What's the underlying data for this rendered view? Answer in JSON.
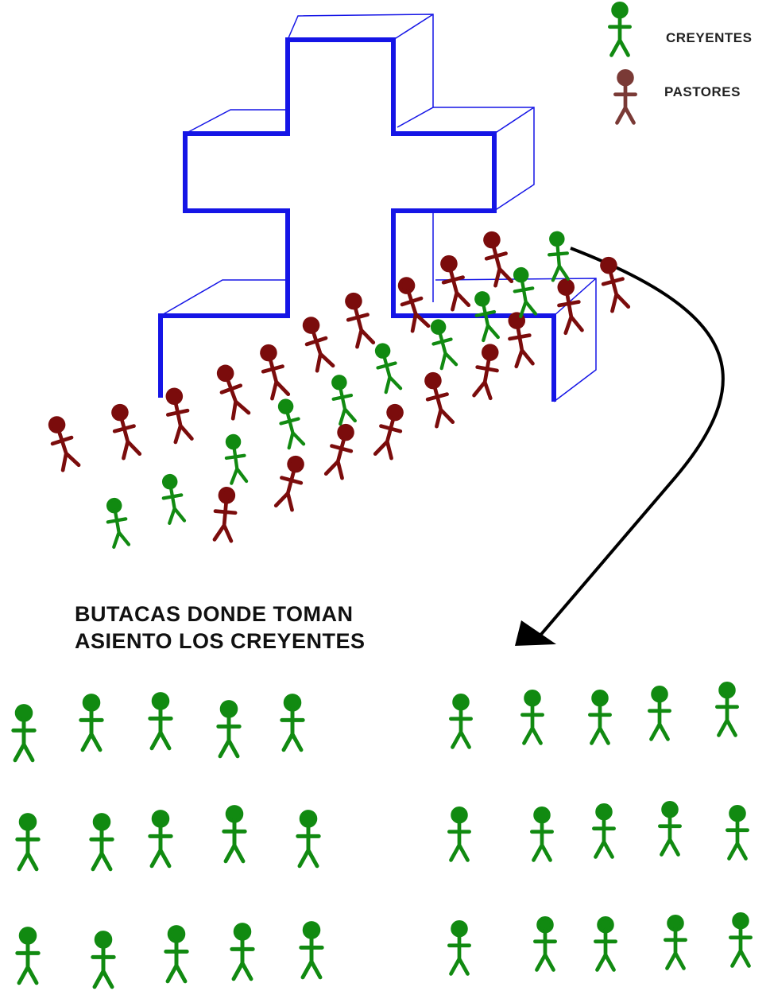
{
  "legend": {
    "believers_label": "CREYENTES",
    "pastors_label": "PASTORES"
  },
  "caption": {
    "line1": "BUTACAS DONDE TOMAN",
    "line2": "ASIENTO LOS CREYENTES"
  },
  "colors": {
    "believer": "#118a11",
    "pastor": "#7b0c0c",
    "pastor_legend": "#7a3a36",
    "cross": "#1515e6",
    "arrow": "#000000"
  },
  "icons": {
    "believer_figure": "stick-figure-green",
    "pastor_figure": "stick-figure-dark-red",
    "cross": "3d-cross-outline",
    "arrow": "curved-arrow"
  }
}
